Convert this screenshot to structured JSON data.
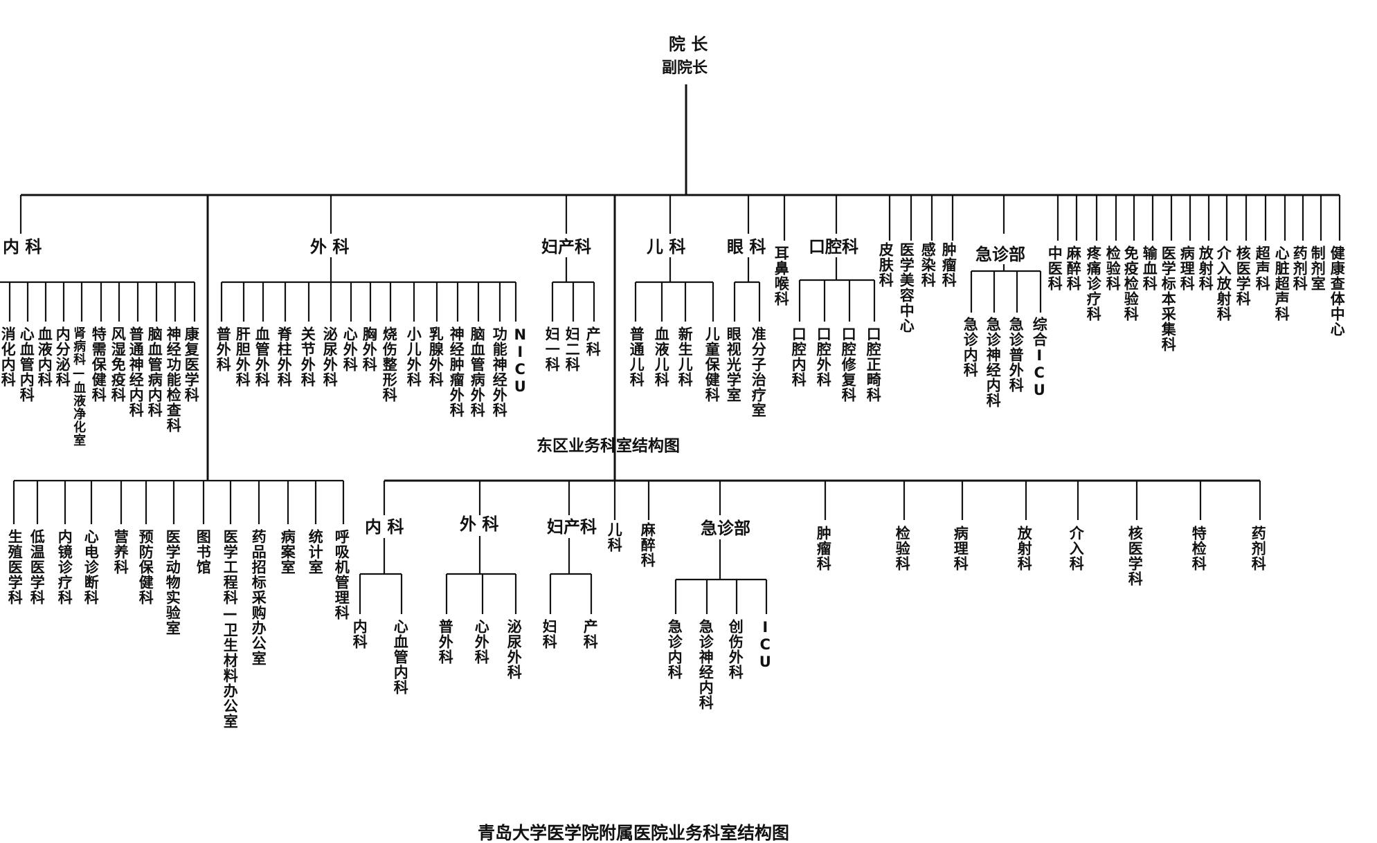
{
  "top": {
    "director": "院 长",
    "vice_director": "副院长"
  },
  "upper": {
    "direct": [
      {
        "text": "耳鼻喉科"
      },
      {
        "text": "皮肤科"
      },
      {
        "text": "医学美容中心"
      },
      {
        "text": "感染科"
      },
      {
        "text": "肿瘤科"
      },
      {
        "text": "中医科"
      },
      {
        "text": "麻醉科"
      },
      {
        "text": "疼痛诊疗科"
      },
      {
        "text": "检验科"
      },
      {
        "text": "免疫检验科"
      },
      {
        "text": "输血科"
      },
      {
        "text": "医学标本采集科"
      },
      {
        "text": "病理科"
      },
      {
        "text": "放射科"
      },
      {
        "text": "介入放射科"
      },
      {
        "text": "核医学科"
      },
      {
        "text": "超声科"
      },
      {
        "text": "心脏超声科"
      },
      {
        "text": "药剂科"
      },
      {
        "text": "制剂室"
      },
      {
        "text": "健康查体中心"
      }
    ],
    "groups": [
      {
        "label": "内 科",
        "children": [
          {
            "text": "消化内科"
          },
          {
            "text": "心血管内科"
          },
          {
            "text": "血液内科"
          },
          {
            "text": "内分泌科"
          },
          {
            "text": "肾病科—血液净化室"
          },
          {
            "text": "特需保健科"
          },
          {
            "text": "风湿免疫科"
          },
          {
            "text": "普通神经内科"
          },
          {
            "text": "脑血管病内科"
          },
          {
            "text": "神经功能检查科"
          },
          {
            "text": "康复医学科"
          }
        ]
      },
      {
        "label": "外 科",
        "children": [
          {
            "text": "普外科"
          },
          {
            "text": "肝胆外科"
          },
          {
            "text": "血管外科"
          },
          {
            "text": "脊柱外科"
          },
          {
            "text": "关节外科"
          },
          {
            "text": "泌尿外科"
          },
          {
            "text": "心外科"
          },
          {
            "text": "胸外科"
          },
          {
            "text": "烧伤整形科"
          },
          {
            "text": "小儿外科"
          },
          {
            "text": "乳腺外科"
          },
          {
            "text": "神经肿瘤外科"
          },
          {
            "text": "脑血管病外科"
          },
          {
            "text": "功能神经外科"
          },
          {
            "text": "NICU"
          }
        ]
      },
      {
        "label": "妇产科",
        "children": [
          {
            "text": "妇一科"
          },
          {
            "text": "妇二科"
          },
          {
            "text": "产科"
          }
        ]
      },
      {
        "label": "儿 科",
        "children": [
          {
            "text": "普通儿科"
          },
          {
            "text": "血液儿科"
          },
          {
            "text": "新生儿科"
          },
          {
            "text": "儿童保健科"
          }
        ]
      },
      {
        "label": "眼 科",
        "children": [
          {
            "text": "眼视光学室"
          },
          {
            "text": "准分子治疗室"
          }
        ]
      },
      {
        "label": "口腔科",
        "children": [
          {
            "text": "口腔内科"
          },
          {
            "text": "口腔外科"
          },
          {
            "text": "口腔修复科"
          },
          {
            "text": "口腔正畸科"
          }
        ]
      },
      {
        "label": "急诊部",
        "children": [
          {
            "text": "急诊内科"
          },
          {
            "text": "急诊神经内科"
          },
          {
            "text": "急诊普外科"
          },
          {
            "text": "综合ICU"
          }
        ]
      }
    ]
  },
  "lower_left": [
    {
      "text": "生殖医学科"
    },
    {
      "text": "低温医学科"
    },
    {
      "text": "内镜诊疗科"
    },
    {
      "text": "心电诊断科"
    },
    {
      "text": "营养科"
    },
    {
      "text": "预防保健科"
    },
    {
      "text": "医学动物实验室"
    },
    {
      "text": "图书馆"
    },
    {
      "text": "医学工程科—卫生材料办公室"
    },
    {
      "text": "药品招标采购办公室"
    },
    {
      "text": "病案室"
    },
    {
      "text": "统计室"
    },
    {
      "text": "呼吸机管理科"
    }
  ],
  "east": {
    "title": "东区业务科室结构图",
    "groups": [
      {
        "label": "内 科",
        "children": [
          {
            "text": "内科"
          },
          {
            "text": "心血管内科"
          }
        ]
      },
      {
        "label": "外 科",
        "children": [
          {
            "text": "普外科"
          },
          {
            "text": "心外科"
          },
          {
            "text": "泌尿外科"
          }
        ]
      },
      {
        "label": "妇产科",
        "children": [
          {
            "text": "妇科"
          },
          {
            "text": "产科"
          }
        ]
      },
      {
        "label": "急诊部",
        "children": [
          {
            "text": "急诊内科"
          },
          {
            "text": "急诊神经内科"
          },
          {
            "text": "创伤外科"
          },
          {
            "text": "ICU"
          }
        ]
      }
    ],
    "direct": [
      {
        "text": "儿科"
      },
      {
        "text": "麻醉科"
      },
      {
        "text": "肿瘤科"
      },
      {
        "text": "检验科"
      },
      {
        "text": "病理科"
      },
      {
        "text": "放射科"
      },
      {
        "text": "介入科"
      },
      {
        "text": "核医学科"
      },
      {
        "text": "特检科"
      },
      {
        "text": "药剂科"
      }
    ]
  },
  "caption": "青岛大学医学院附属医院业务科室结构图"
}
